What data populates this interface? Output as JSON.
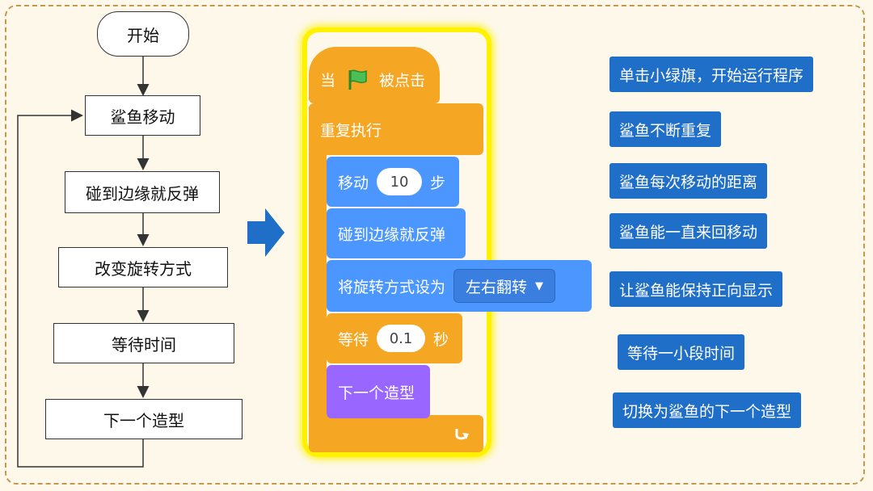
{
  "flowchart": {
    "start": "开始",
    "steps": [
      "鲨鱼移动",
      "碰到边缘就反弹",
      "改变旋转方式",
      "等待时间",
      "下一个造型"
    ]
  },
  "blocks": {
    "hat_when": "当",
    "hat_clicked": "被点击",
    "repeat": "重复执行",
    "move_label": "移动",
    "move_value": "10",
    "move_unit": "步",
    "bounce": "碰到边缘就反弹",
    "rotation_label": "将旋转方式设为",
    "rotation_value": "左右翻转",
    "wait_label": "等待",
    "wait_value": "0.1",
    "wait_unit": "秒",
    "next_costume": "下一个造型"
  },
  "notes": [
    "单击小绿旗，开始运行程序",
    "鲨鱼不断重复",
    "鲨鱼每次移动的距离",
    "鲨鱼能一直来回移动",
    "让鲨鱼能保持正向显示",
    "等待一小段时间",
    "切换为鲨鱼的下一个造型"
  ],
  "colors": {
    "events": "#f5a623",
    "motion": "#4c97ff",
    "looks": "#9966ff",
    "note": "#1f6fc8",
    "arrow": "#1f6fc8"
  }
}
